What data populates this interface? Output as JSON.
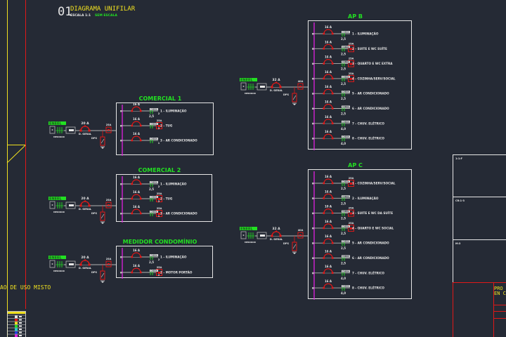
{
  "colors": {
    "background": "#252a35",
    "white": "#e6e6e6",
    "green": "#22e022",
    "red": "#e01818",
    "magenta": "#e020e0",
    "yellow": "#f0e020",
    "grey": "#b4b4b4"
  },
  "title": {
    "number": "01",
    "text": "DIAGRAMA UNIFILAR",
    "scale_label": "ESCALA 1:1",
    "scale_value": "SEM ESCALA"
  },
  "side_label": "AO DE USO MISTO",
  "right_panel": {
    "section1": "1:1:F",
    "section2": "CR:1-3",
    "section3": "M:3",
    "title_line1": "PRO",
    "title_line2": "EN C"
  },
  "feeders": [
    {
      "id": "comercial-1",
      "title": "COMERCIAL 1",
      "supply": "ENEEL",
      "meter_label": "MEDIDOR",
      "main_breaker": "20 A",
      "main_label": "D. GERAL",
      "dps_label": "DPS",
      "idr": "25A",
      "circuits": [
        {
          "breaker": "16 A",
          "idr": "",
          "cable": "2,5",
          "cable_label": "CABO#",
          "desc": "1 - ILUMINAÇÃO",
          "num": "2"
        },
        {
          "breaker": "16 A",
          "idr": "25A",
          "cable": "",
          "cable_label": "CABO#",
          "desc": "2 - TUG",
          "num": "2"
        },
        {
          "breaker": "16 A",
          "idr": "",
          "cable": "",
          "cable_label": "CABO#",
          "desc": "3 - AR CONDICIONADO",
          "num": "1"
        }
      ]
    },
    {
      "id": "comercial-2",
      "title": "COMERCIAL 2",
      "supply": "ENEEL",
      "meter_label": "MEDIDOR",
      "main_breaker": "20 A",
      "main_label": "D. GERAL",
      "dps_label": "DPS",
      "idr": "25A",
      "circuits": [
        {
          "breaker": "16 A",
          "idr": "",
          "cable": "2,5",
          "cable_label": "CABO#",
          "desc": "1 - ILUMINAÇÃO",
          "num": "2"
        },
        {
          "breaker": "16 A",
          "idr": "25A",
          "cable": "",
          "cable_label": "CABO#",
          "desc": "2 - TUG",
          "num": "2"
        },
        {
          "breaker": "16 A",
          "idr": "25A",
          "cable": "",
          "cable_label": "CABO#",
          "desc": "3 - AR CONDICIONADO",
          "num": "1"
        }
      ]
    },
    {
      "id": "medidor-condominio",
      "title": "MEDIDOR CONDOMÍNIO",
      "supply": "ENEEL",
      "meter_label": "MEDIDOR",
      "main_breaker": "20 A",
      "main_label": "D. GERAL",
      "dps_label": "DPS",
      "idr": "25A",
      "circuits": [
        {
          "breaker": "16 A",
          "idr": "",
          "cable": "2,5",
          "cable_label": "CABO#",
          "desc": "1 - ILUMINAÇÃO",
          "num": "2"
        },
        {
          "breaker": "16 A",
          "idr": "25A",
          "cable": "",
          "cable_label": "CABO#",
          "desc": "2 - MOTOR PORTÃO",
          "num": "2"
        }
      ]
    },
    {
      "id": "ap-b",
      "title": "AP B",
      "supply": "ENEEL",
      "meter_label": "MEDIDOR",
      "main_breaker": "32 A",
      "main_label": "D. GERAL",
      "dps_label": "DPS",
      "idr": "40A",
      "circuits": [
        {
          "breaker": "16 A",
          "idr": "",
          "cable": "2,5",
          "cable_label": "CABO#",
          "desc": "1 - ILUMINAÇÃO",
          "num": ""
        },
        {
          "breaker": "16 A",
          "idr": "25A",
          "cable": "2,5",
          "cable_label": "CABO#",
          "desc": "2 - SUITE E WC SUÍTE",
          "num": ""
        },
        {
          "breaker": "16 A",
          "idr": "25A",
          "cable": "2,5",
          "cable_label": "CABO#",
          "desc": "3 - QUARTO E WC EXTRA",
          "num": ""
        },
        {
          "breaker": "16 A",
          "idr": "25A",
          "cable": "2,5",
          "cable_label": "CABO#",
          "desc": "4 - COZINHA/SERV/SOCIAL",
          "num": ""
        },
        {
          "breaker": "16 A",
          "idr": "",
          "cable": "2,5",
          "cable_label": "CABO#",
          "desc": "5 - AR CONDICIONADO",
          "num": ""
        },
        {
          "breaker": "16 A",
          "idr": "",
          "cable": "2,5",
          "cable_label": "CABO#",
          "desc": "6 - AR CONDICIONADO",
          "num": ""
        },
        {
          "breaker": "16 A",
          "idr": "",
          "cable": "4,0",
          "cable_label": "CABO#",
          "desc": "7 - CHUV. ELÉTRICO",
          "num": ""
        },
        {
          "breaker": "16 A",
          "idr": "",
          "cable": "4,0",
          "cable_label": "CABO#",
          "desc": "8 - CHUV. ELÉTRICO",
          "num": ""
        }
      ]
    },
    {
      "id": "ap-c",
      "title": "AP C",
      "supply": "ENEEL",
      "meter_label": "MEDIDOR",
      "main_breaker": "32 A",
      "main_label": "D. GERAL",
      "dps_label": "DPS",
      "idr": "40A",
      "circuits": [
        {
          "breaker": "16 A",
          "idr": "25A",
          "cable": "2,5",
          "cable_label": "CABO#",
          "desc": "1 - COZINHA/SERV/SOCIAL",
          "num": ""
        },
        {
          "breaker": "16 A",
          "idr": "",
          "cable": "2,5",
          "cable_label": "CABO#",
          "desc": "2 - ILUMINAÇÃO",
          "num": ""
        },
        {
          "breaker": "10 A",
          "idr": "25A",
          "cable": "2,5",
          "cable_label": "CABO#",
          "desc": "3 - SUITE E WC DA SUÍTE",
          "num": ""
        },
        {
          "breaker": "16 A",
          "idr": "25A",
          "cable": "2,5",
          "cable_label": "CABO#",
          "desc": "4 - QUARTO E WC SOCIAL",
          "num": ""
        },
        {
          "breaker": "16 A",
          "idr": "",
          "cable": "2,5",
          "cable_label": "CABO#",
          "desc": "5 - AR CONDICIONADO",
          "num": ""
        },
        {
          "breaker": "16 A",
          "idr": "",
          "cable": "2,5",
          "cable_label": "CABO#",
          "desc": "6 - AR CONDICIONADO",
          "num": ""
        },
        {
          "breaker": "16 A",
          "idr": "",
          "cable": "4,0",
          "cable_label": "CABO#",
          "desc": "7 - CHUV. ELÉTRICO",
          "num": ""
        },
        {
          "breaker": "16 A",
          "idr": "",
          "cable": "4,0",
          "cable_label": "CABO#",
          "desc": "8 - CHUV. ELÉTRICO",
          "num": ""
        }
      ]
    }
  ]
}
